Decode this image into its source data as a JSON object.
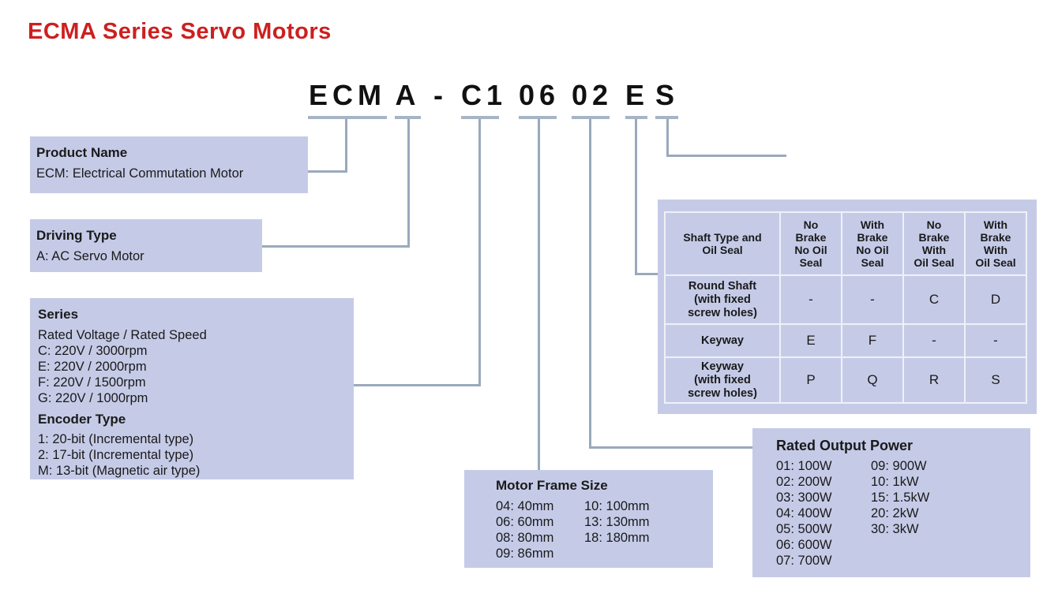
{
  "page_title": "ECMA Series Servo Motors",
  "model_code": {
    "seg_ecm": "ECM",
    "seg_a": "A",
    "hyphen": "-",
    "seg_c1": "C1",
    "seg_06": "06",
    "seg_02": "02",
    "seg_e": "E",
    "seg_s": "S"
  },
  "product_box": {
    "title": "Product Name",
    "line": "ECM: Electrical Commutation Motor"
  },
  "driving_box": {
    "title": "Driving Type",
    "line": "A: AC Servo Motor"
  },
  "series_box": {
    "title": "Series",
    "subtitle": "Rated Voltage / Rated Speed",
    "items": [
      "C: 220V / 3000rpm",
      "E: 220V / 2000rpm",
      "F: 220V / 1500rpm",
      "G: 220V / 1000rpm"
    ],
    "encoder_title": "Encoder Type",
    "encoder_items": [
      "1: 20-bit (Incremental type)",
      "2: 17-bit (Incremental type)",
      "M: 13-bit (Magnetic air type)"
    ]
  },
  "frame_box": {
    "title": "Motor Frame Size",
    "col1": [
      "04: 40mm",
      "06: 60mm",
      "08: 80mm",
      "09: 86mm"
    ],
    "col2": [
      "10: 100mm",
      "13: 130mm",
      "18: 180mm"
    ]
  },
  "power_box": {
    "title": "Rated Output Power",
    "col1": [
      "01: 100W",
      "02: 200W",
      "03: 300W",
      "04: 400W",
      "05: 500W",
      "06: 600W",
      "07: 700W"
    ],
    "col2": [
      "09: 900W",
      "10: 1kW",
      "15: 1.5kW",
      "20: 2kW",
      "30: 3kW"
    ]
  },
  "shaft_table": {
    "header": {
      "label": "Shaft Type and\nOil Seal",
      "c1": "No\nBrake\nNo Oil\nSeal",
      "c2": "With\nBrake\nNo Oil\nSeal",
      "c3": "No\nBrake\nWith\nOil Seal",
      "c4": "With\nBrake\nWith\nOil Seal"
    },
    "rows": [
      {
        "label": "Round Shaft\n(with fixed\nscrew holes)",
        "cells": [
          "-",
          "-",
          "C",
          "D"
        ]
      },
      {
        "label": "Keyway",
        "cells": [
          "E",
          "F",
          "-",
          "-"
        ]
      },
      {
        "label": "Keyway\n(with fixed\nscrew holes)",
        "cells": [
          "P",
          "Q",
          "R",
          "S"
        ]
      }
    ]
  },
  "colors": {
    "title_red": "#cd1f1f",
    "box_fill": "#c5cbe7",
    "connector_gray_blue": "#9aa9bc",
    "underline_blue": "#a7b4c6",
    "table_gridline": "#eef1f7"
  }
}
